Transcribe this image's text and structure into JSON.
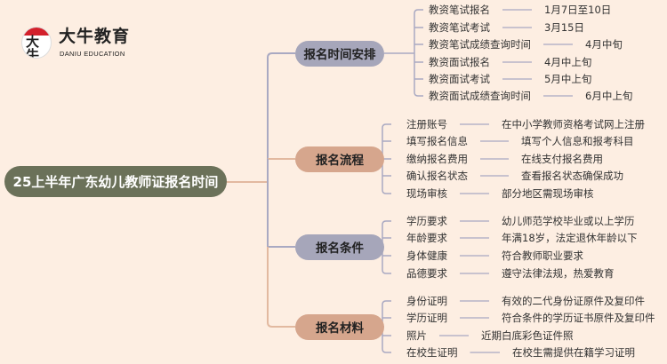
{
  "logo": {
    "glyph": "大牛",
    "name_cn": "大牛教育",
    "name_en": "DANIU EDUCATION"
  },
  "root": {
    "title": "25上半年广东幼儿教师证报名时间"
  },
  "colors": {
    "background": "#fdeee2",
    "root": "#6b7159",
    "gray_node": "#a6a6ba",
    "tan_node": "#d6a68d",
    "gray_line": "#a9a9c2",
    "tan_line": "#e2b9a0"
  },
  "branches": [
    {
      "label": "报名时间安排",
      "tone": "gray",
      "items": [
        {
          "label": "教资笔试报名",
          "value": "1月7日至10日"
        },
        {
          "label": "教资笔试考试",
          "value": "3月15日"
        },
        {
          "label": "教资笔试成绩查询时间",
          "value": "4月中旬"
        },
        {
          "label": "教资面试报名",
          "value": "4月中上旬"
        },
        {
          "label": "教资面试考试",
          "value": "5月中上旬"
        },
        {
          "label": "教资面试成绩查询时间",
          "value": "6月中上旬"
        }
      ]
    },
    {
      "label": "报名流程",
      "tone": "tan",
      "items": [
        {
          "label": "注册账号",
          "value": "在中小学教师资格考试网上注册"
        },
        {
          "label": "填写报名信息",
          "value": "填写个人信息和报考科目"
        },
        {
          "label": "缴纳报名费用",
          "value": "在线支付报名费用"
        },
        {
          "label": "确认报名状态",
          "value": "查看报名状态确保成功"
        },
        {
          "label": "现场审核",
          "value": "部分地区需现场审核"
        }
      ]
    },
    {
      "label": "报名条件",
      "tone": "gray",
      "items": [
        {
          "label": "学历要求",
          "value": "幼儿师范学校毕业或以上学历"
        },
        {
          "label": "年龄要求",
          "value": "年满18岁，法定退休年龄以下"
        },
        {
          "label": "身体健康",
          "value": "符合教师职业要求"
        },
        {
          "label": "品德要求",
          "value": "遵守法律法规，热爱教育"
        }
      ]
    },
    {
      "label": "报名材料",
      "tone": "tan",
      "items": [
        {
          "label": "身份证明",
          "value": "有效的二代身份证原件及复印件"
        },
        {
          "label": "学历证明",
          "value": "符合条件的学历证书原件及复印件"
        },
        {
          "label": "照片",
          "value": "近期白底彩色证件照"
        },
        {
          "label": "在校生证明",
          "value": "在校生需提供在籍学习证明"
        }
      ]
    }
  ]
}
